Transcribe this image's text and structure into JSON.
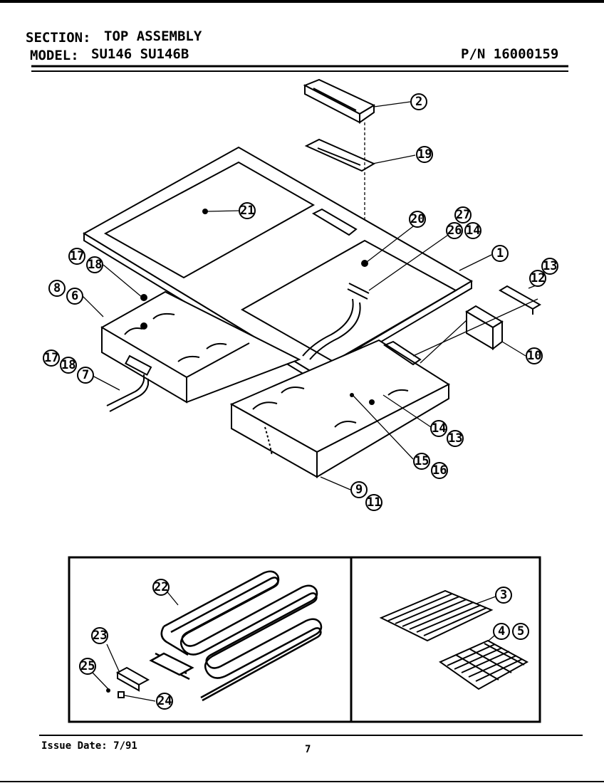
{
  "header": {
    "section_label": "SECTION:",
    "section_value": "TOP ASSEMBLY",
    "model_label": "MODEL:",
    "model_value": "SU146  SU146B",
    "part_number": "P/N 16000159"
  },
  "callouts": {
    "c1": "1",
    "c2": "2",
    "c3": "3",
    "c4": "4",
    "c5": "5",
    "c6": "6",
    "c7": "7",
    "c8": "8",
    "c9": "9",
    "c10": "10",
    "c11": "11",
    "c12": "12",
    "c13a": "13",
    "c13b": "13",
    "c14a": "14",
    "c14b": "14",
    "c15": "15",
    "c16": "16",
    "c17a": "17",
    "c17b": "17",
    "c18a": "18",
    "c18b": "18",
    "c19": "19",
    "c20": "20",
    "c21": "21",
    "c22": "22",
    "c23": "23",
    "c24": "24",
    "c25": "25",
    "c26": "26",
    "c27": "27"
  },
  "footer": {
    "issue_date": "Issue Date: 7/91",
    "page_number": "7"
  }
}
